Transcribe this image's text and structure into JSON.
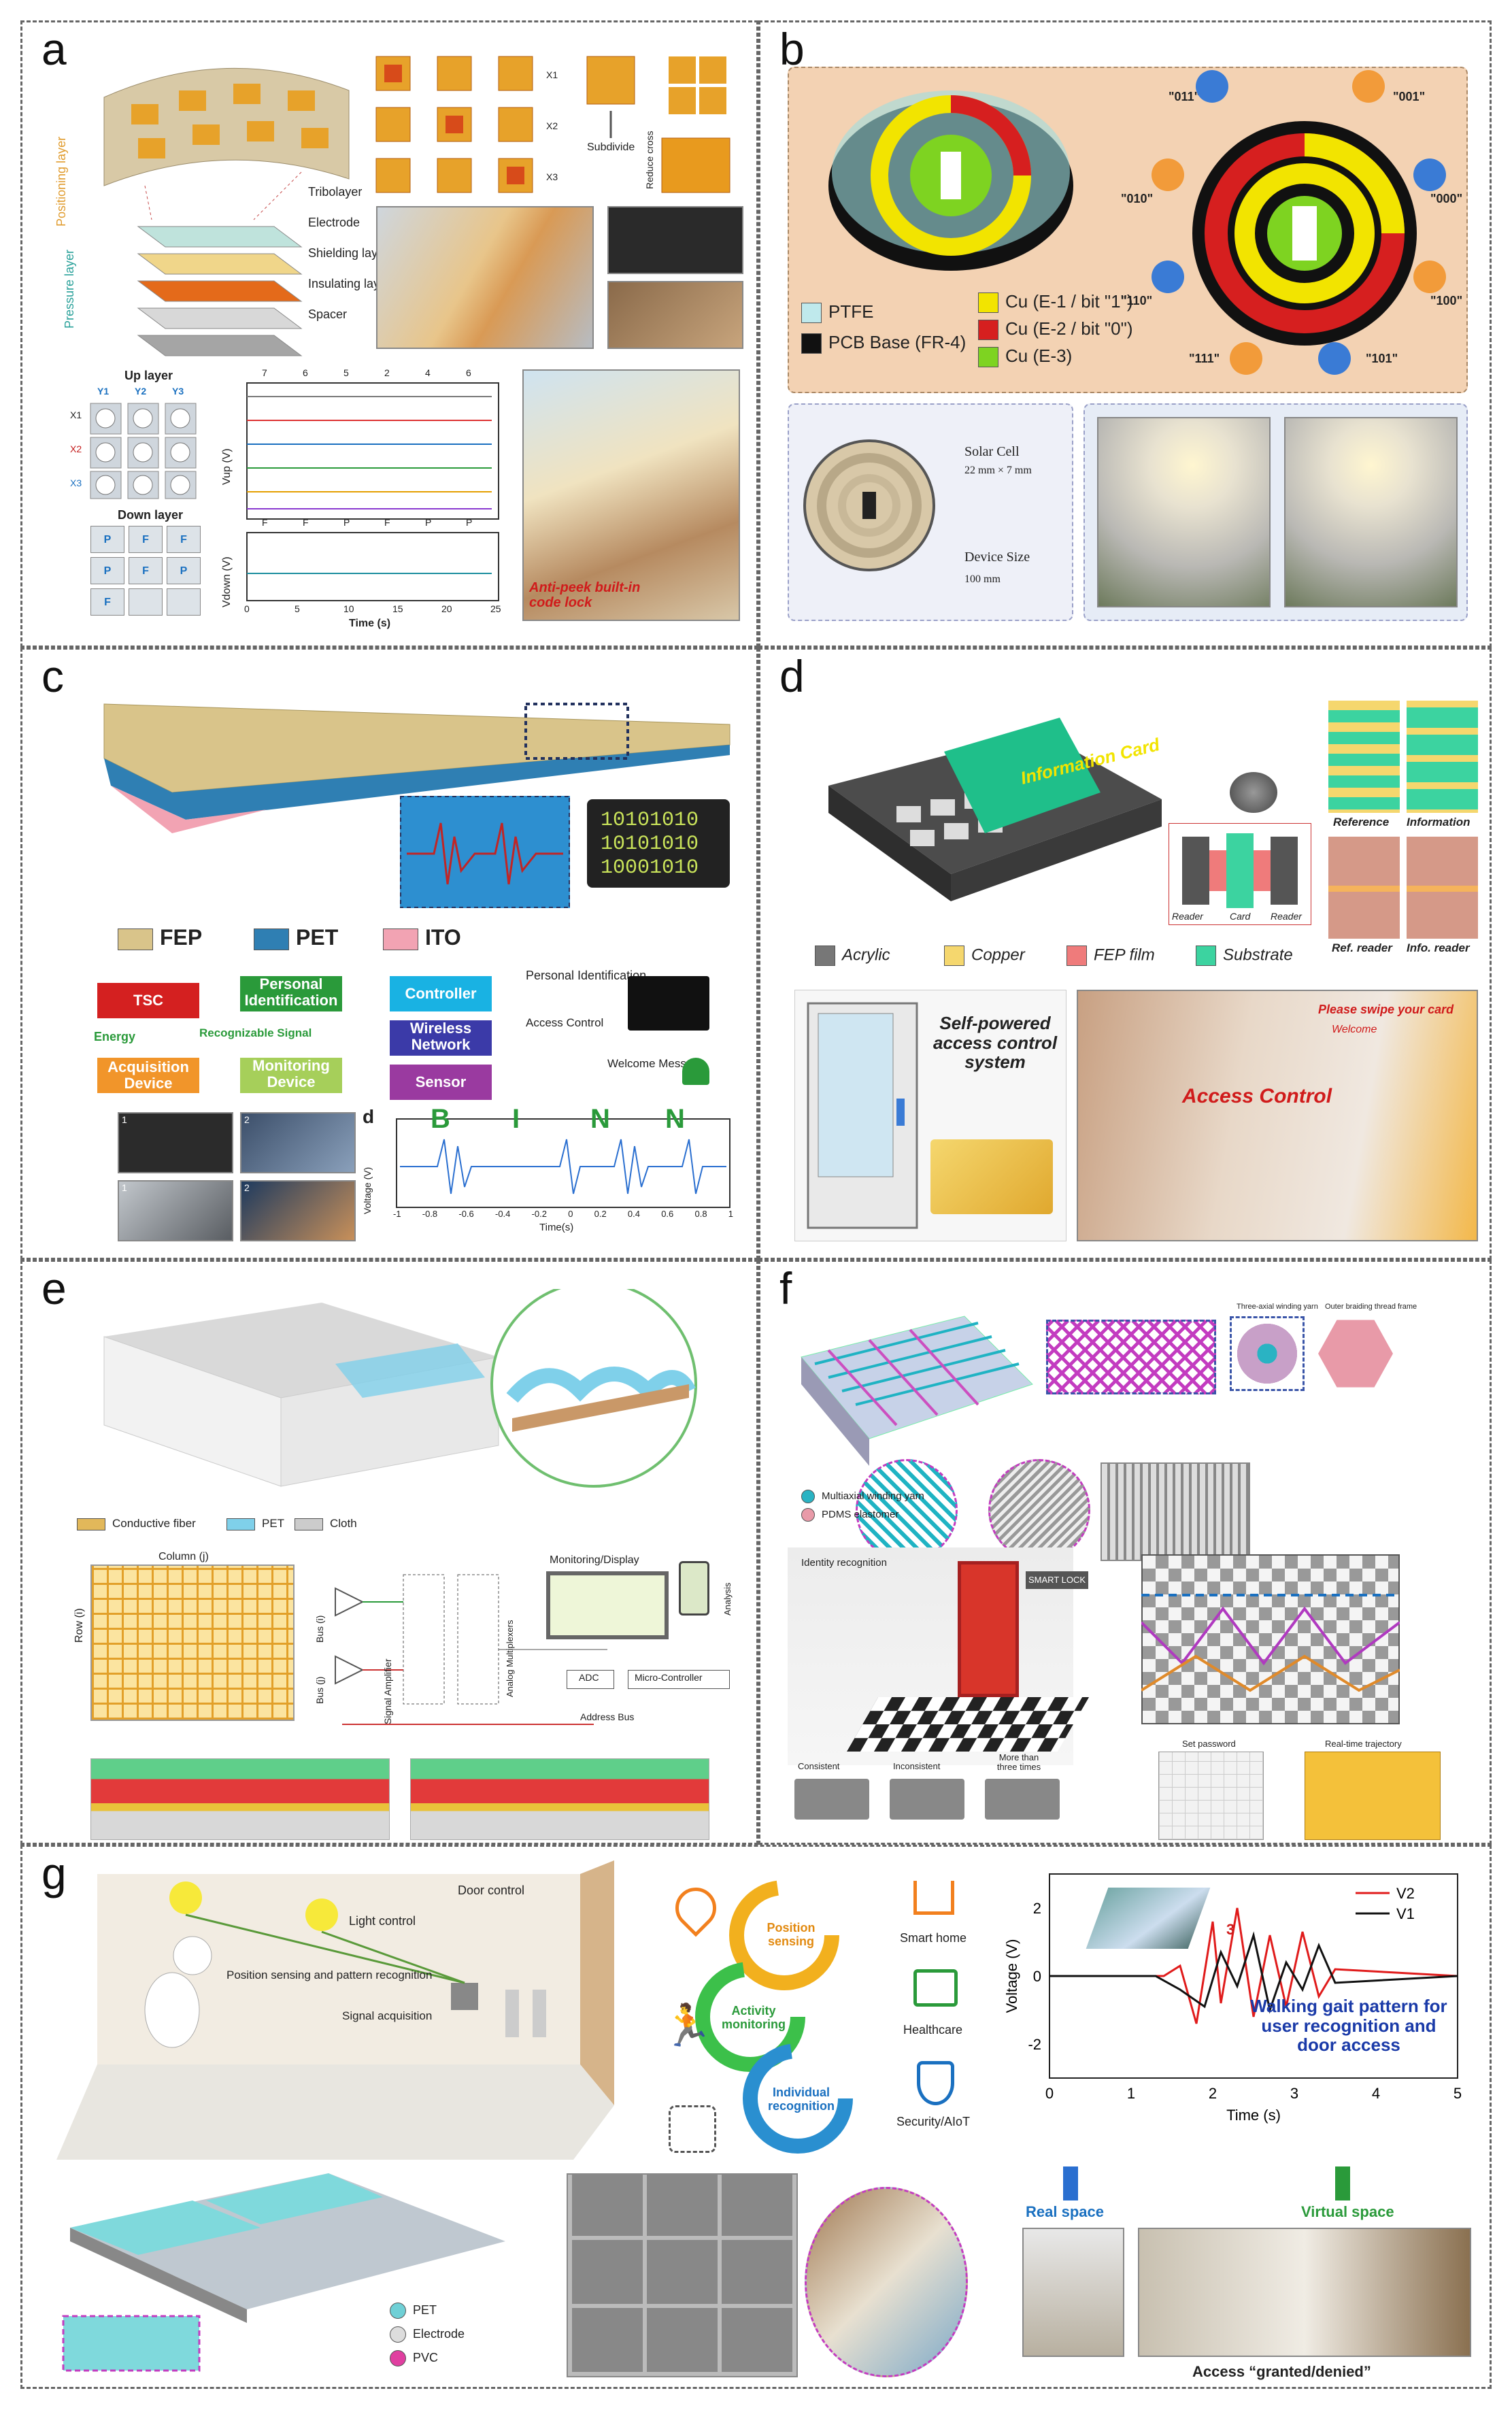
{
  "panels": {
    "a": {
      "label": "a",
      "layers": [
        "Tribolayer",
        "Electrode",
        "Shielding layer",
        "Insulating layer",
        "Spacer"
      ],
      "layer_groups": {
        "positioning": "Positioning layer",
        "pressure": "Pressure layer"
      },
      "subdivide": "Subdivide",
      "reduce_cross": "Reduce cross",
      "grid_rows": [
        "X1",
        "X2",
        "X3"
      ],
      "up_layer": "Up layer",
      "down_layer": "Down layer",
      "up_cols": [
        "Y1",
        "Y2",
        "Y3"
      ],
      "down_keys": [
        "P",
        "F",
        "F",
        "P",
        "F",
        "P",
        "F",
        "",
        ""
      ],
      "ylabel_top": "Vup (V)",
      "ylabel_bottom": "Vdown (V)",
      "xlabel": "Time (s)",
      "xticks": [
        "0",
        "5",
        "10",
        "15",
        "20",
        "25"
      ],
      "top_marks": [
        "7",
        "6",
        "5",
        "2",
        "4",
        "6"
      ],
      "bottom_marks": [
        "F",
        "F",
        "P",
        "F",
        "P",
        "P"
      ],
      "caption": "Anti-peek built-in code lock"
    },
    "b": {
      "label": "b",
      "legend": [
        {
          "name": "PTFE",
          "color": "#bfe9ec"
        },
        {
          "name": "PCB Base (FR-4)",
          "color": "#111111"
        },
        {
          "name": "Cu (E-1 / bit \"1\")",
          "color": "#f2e400"
        },
        {
          "name": "Cu (E-2 / bit \"0\")",
          "color": "#d61f1f"
        },
        {
          "name": "Cu (E-3)",
          "color": "#7ed321"
        }
      ],
      "codes": [
        "\"011\"",
        "\"001\"",
        "\"010\"",
        "\"000\"",
        "\"110\"",
        "\"100\"",
        "\"111\"",
        "\"101\""
      ],
      "solar_cell": "Solar Cell",
      "solar_size": "22 mm × 7 mm",
      "device_size": "Device Size",
      "device_dim": "100 mm"
    },
    "c": {
      "label": "c",
      "binary": [
        "10101010",
        "10101010",
        "10001010"
      ],
      "legend": [
        {
          "name": "FEP",
          "color": "#d9c48a"
        },
        {
          "name": "PET",
          "color": "#2f7fb3"
        },
        {
          "name": "ITO",
          "color": "#f2a3b3"
        }
      ],
      "flow": {
        "tsc": "TSC",
        "energy": "Energy",
        "acq": "Acquisition Device",
        "recog": "Recognizable Signal",
        "personal": "Personal Identification",
        "monitor": "Monitoring Device",
        "controller": "Controller",
        "wireless": "Wireless Network",
        "sensor": "Sensor",
        "pid": "Personal Identification",
        "access": "Access Control",
        "welcome": "Welcome Message"
      },
      "letters": [
        "B",
        "I",
        "N",
        "N"
      ],
      "ylabel": "Voltage (V)",
      "xlabel": "Time(s)",
      "xticks": [
        "-1",
        "-0.8",
        "-0.6",
        "-0.4",
        "-0.2",
        "0",
        "0.2",
        "0.4",
        "0.6",
        "0.8",
        "1"
      ],
      "photo_nums": [
        "1",
        "2",
        "1",
        "2"
      ],
      "sub_d": "d"
    },
    "d": {
      "label": "d",
      "card_text": "Information Card",
      "panel_labels": [
        "Reference",
        "Information",
        "Ref. reader",
        "Info. reader"
      ],
      "cross_labels": [
        "Reader",
        "Card",
        "Reader"
      ],
      "legend": [
        {
          "name": "Acrylic",
          "color": "#777777"
        },
        {
          "name": "Copper",
          "color": "#f5d76e"
        },
        {
          "name": "FEP film",
          "color": "#ef7b7b"
        },
        {
          "name": "Substrate",
          "color": "#3cd3a0"
        }
      ],
      "system_title": "Self-powered access control system",
      "access_control": "Access Control",
      "swipe": "Please swipe your card",
      "welcome": "Welcome"
    },
    "e": {
      "label": "e",
      "legend": [
        {
          "name": "Conductive fiber",
          "color": "#e2b85a"
        },
        {
          "name": "PET",
          "color": "#7fd0ea"
        },
        {
          "name": "Cloth",
          "color": "#cccccc"
        }
      ],
      "column": "Column (j)",
      "row": "Row (i)",
      "bus_i": "Bus (i)",
      "bus_j": "Bus (j)",
      "signal_amp": "Signal Amplifier",
      "analog_mux": "Analog Multiplexers",
      "monitoring": "Monitoring/Display",
      "analysis": "Analysis",
      "adc": "ADC",
      "micro": "Micro-Controller",
      "address_bus": "Address Bus"
    },
    "f": {
      "label": "f",
      "legend": [
        "Multiaxial winding yarn",
        "PDMS elastomer"
      ],
      "identity": "Identity recognition",
      "smart_lock": "SMART LOCK",
      "states": [
        "Consistent",
        "Inconsistent",
        "More than three times"
      ],
      "set_password": "Set password",
      "realtime": "Real-time trajectory",
      "inner": "Three-axial winding yarn",
      "outer": "Outer braiding thread frame"
    },
    "g": {
      "label": "g",
      "room": {
        "light": "Light control",
        "door": "Door control",
        "position": "Position sensing and pattern recognition",
        "signal": "Signal acquisition"
      },
      "cycle": [
        "Position sensing",
        "Activity monitoring",
        "Individual recognition"
      ],
      "apps": [
        "Smart home",
        "Healthcare",
        "Security/AIoT"
      ],
      "legend": [
        {
          "name": "PET",
          "color": "#6fd0d6"
        },
        {
          "name": "Electrode",
          "color": "#dddddd"
        },
        {
          "name": "PVC",
          "color": "#e03fa0"
        }
      ],
      "chart_legend": [
        "V2",
        "V1"
      ],
      "ylabel": "Voltage (V)",
      "xlabel": "Time (s)",
      "xticks": [
        "0",
        "1",
        "2",
        "3",
        "4",
        "5"
      ],
      "yticks": [
        "2",
        "0",
        "-2"
      ],
      "chart_note": "Walking gait pattern for user recognition and door access",
      "marker": "3",
      "real": "Real space",
      "virtual": "Virtual space",
      "access": "Access “granted/denied”"
    }
  },
  "chart_data": [
    {
      "type": "line",
      "panel": "a",
      "series": [],
      "xlabel": "Time (s)",
      "xlim": [
        0,
        25
      ],
      "ylabel": "Vup (V)"
    },
    {
      "type": "line",
      "panel": "g",
      "xlabel": "Time (s)",
      "ylabel": "Voltage (V)",
      "xlim": [
        0,
        5
      ],
      "ylim": [
        -3,
        3
      ],
      "series": [
        {
          "name": "V2",
          "color": "#e01b1b",
          "x": [
            0,
            1.4,
            1.6,
            1.8,
            2.0,
            2.1,
            2.3,
            2.5,
            2.7,
            2.9,
            3.1,
            3.3,
            3.5,
            5
          ],
          "y": [
            0,
            0,
            0.3,
            -1.4,
            1.6,
            -0.8,
            2.0,
            -1.2,
            1.2,
            -0.9,
            1.3,
            -0.6,
            0.2,
            0
          ]
        },
        {
          "name": "V1",
          "color": "#111111",
          "x": [
            0,
            1.3,
            1.6,
            1.9,
            2.1,
            2.3,
            2.5,
            2.7,
            2.9,
            3.1,
            3.3,
            3.5,
            5
          ],
          "y": [
            0,
            0,
            -0.4,
            -0.9,
            0.7,
            -0.3,
            1.2,
            -1.0,
            0.4,
            -0.4,
            0.9,
            -0.2,
            0
          ]
        }
      ]
    }
  ]
}
